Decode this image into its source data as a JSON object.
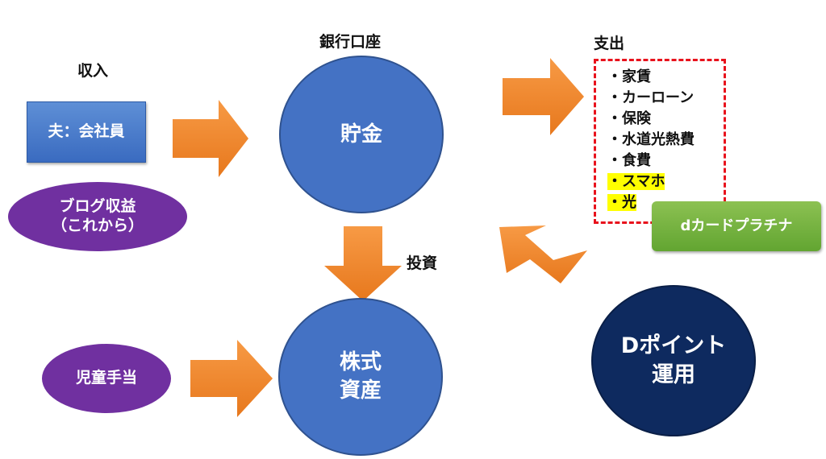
{
  "labels": {
    "income": "収入",
    "bank": "銀行口座",
    "expense": "支出",
    "invest": "投資"
  },
  "nodes": {
    "husband": "夫：会社員",
    "blog_line1": "ブログ収益",
    "blog_line2": "（これから）",
    "savings": "貯金",
    "child": "児童手当",
    "stock_line1": "株式",
    "stock_line2": "資産",
    "dpoint_line1": "Dポイント",
    "dpoint_line2": "運用",
    "dcard": "dカードプラチナ"
  },
  "expenses": [
    {
      "text": "・家賃",
      "highlight": false
    },
    {
      "text": "・カーローン",
      "highlight": false
    },
    {
      "text": "・保険",
      "highlight": false
    },
    {
      "text": "・水道光熱費",
      "highlight": false
    },
    {
      "text": "・食費",
      "highlight": false
    },
    {
      "text": "・スマホ",
      "highlight": true
    },
    {
      "text": "・光",
      "highlight": true
    }
  ],
  "colors": {
    "arrow": "#f4892c",
    "purple": "#7030a0",
    "blue": "#4472c4",
    "navy": "#0e2a5f",
    "green": "#70ad47",
    "dashed_border": "#e8121c",
    "highlight": "#ffff00"
  }
}
